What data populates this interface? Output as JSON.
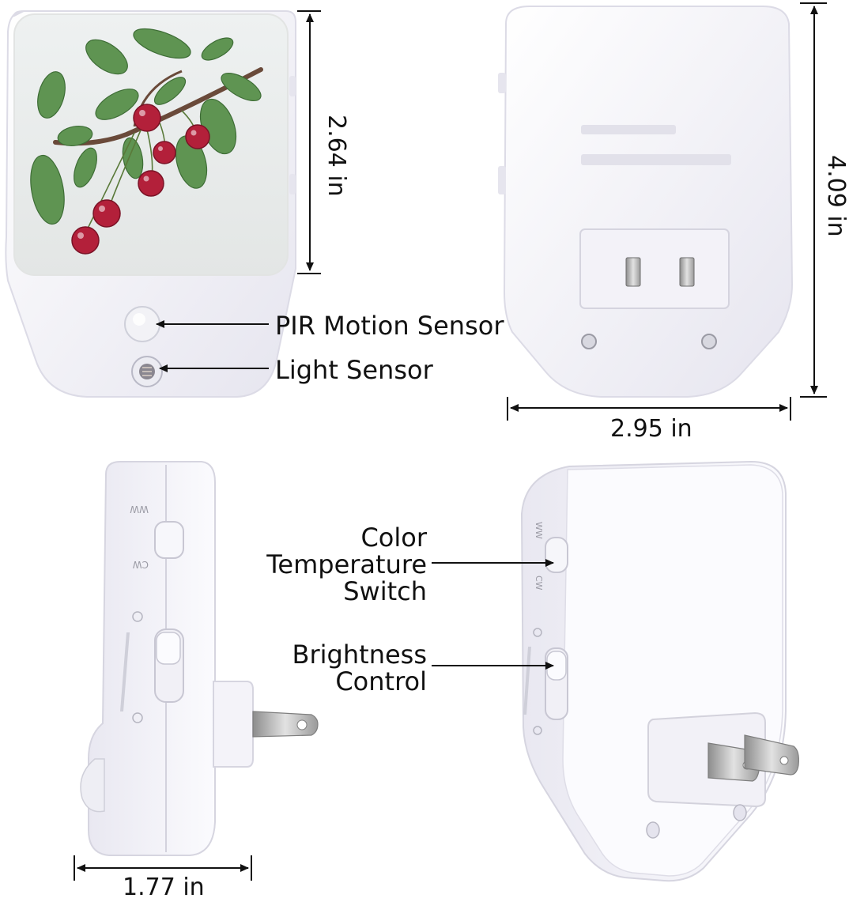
{
  "callouts": {
    "pir": "PIR Motion Sensor",
    "light": "Light Sensor",
    "color_temp": [
      "Color",
      "Temperature",
      "Switch"
    ],
    "brightness": [
      "Brightness",
      "Control"
    ]
  },
  "dimensions": {
    "front_height": "2.64 in",
    "back_height": "4.09 in",
    "back_width": "2.95 in",
    "side_depth": "1.77 in"
  },
  "switch_marks": {
    "warm": "WW",
    "cool": "CW"
  },
  "colors": {
    "device_body": "#f4f3f9",
    "device_shadow": "#dcdbe6",
    "cherry": "#b3203a",
    "leaf": "#5a8d4e",
    "panel": "#eef0f0"
  }
}
